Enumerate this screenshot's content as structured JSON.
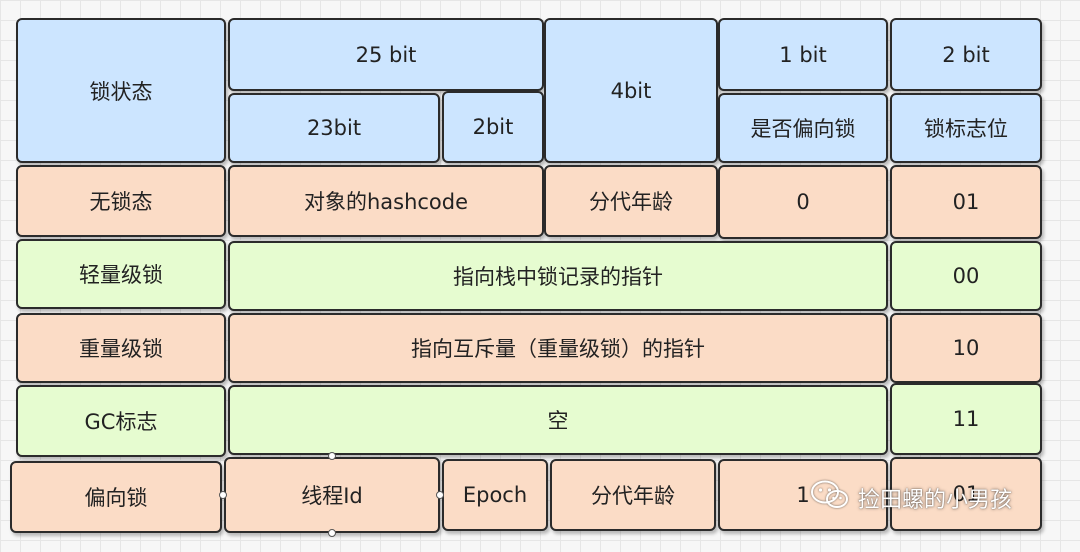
{
  "header": {
    "lock_state": "锁状态",
    "bits_25": "25 bit",
    "bits_23": "23bit",
    "bits_2_hash": "2bit",
    "bits_4": "4bit",
    "bits_1": "1 bit",
    "bits_2": "2 bit",
    "is_biased": "是否偏向锁",
    "lock_flag": "锁标志位"
  },
  "rows": {
    "unlocked": {
      "state": "无锁态",
      "hashcode": "对象的hashcode",
      "age": "分代年龄",
      "biased": "0",
      "flag": "01"
    },
    "lightweight": {
      "state": "轻量级锁",
      "pointer": "指向栈中锁记录的指针",
      "flag": "00"
    },
    "heavyweight": {
      "state": "重量级锁",
      "pointer": "指向互斥量（重量级锁）的指针",
      "flag": "10"
    },
    "gc": {
      "state": "GC标志",
      "content": "空",
      "flag": "11"
    },
    "biased": {
      "state": "偏向锁",
      "thread_id": "线程Id",
      "epoch": "Epoch",
      "age": "分代年龄",
      "biased": "1",
      "flag": "01"
    }
  },
  "watermark": {
    "text": "捡田螺的小男孩",
    "icon": "wechat-icon"
  },
  "colors": {
    "header": "#cce5ff",
    "orange_rows": "#fbdcc6",
    "green_rows": "#e6fcd0"
  }
}
